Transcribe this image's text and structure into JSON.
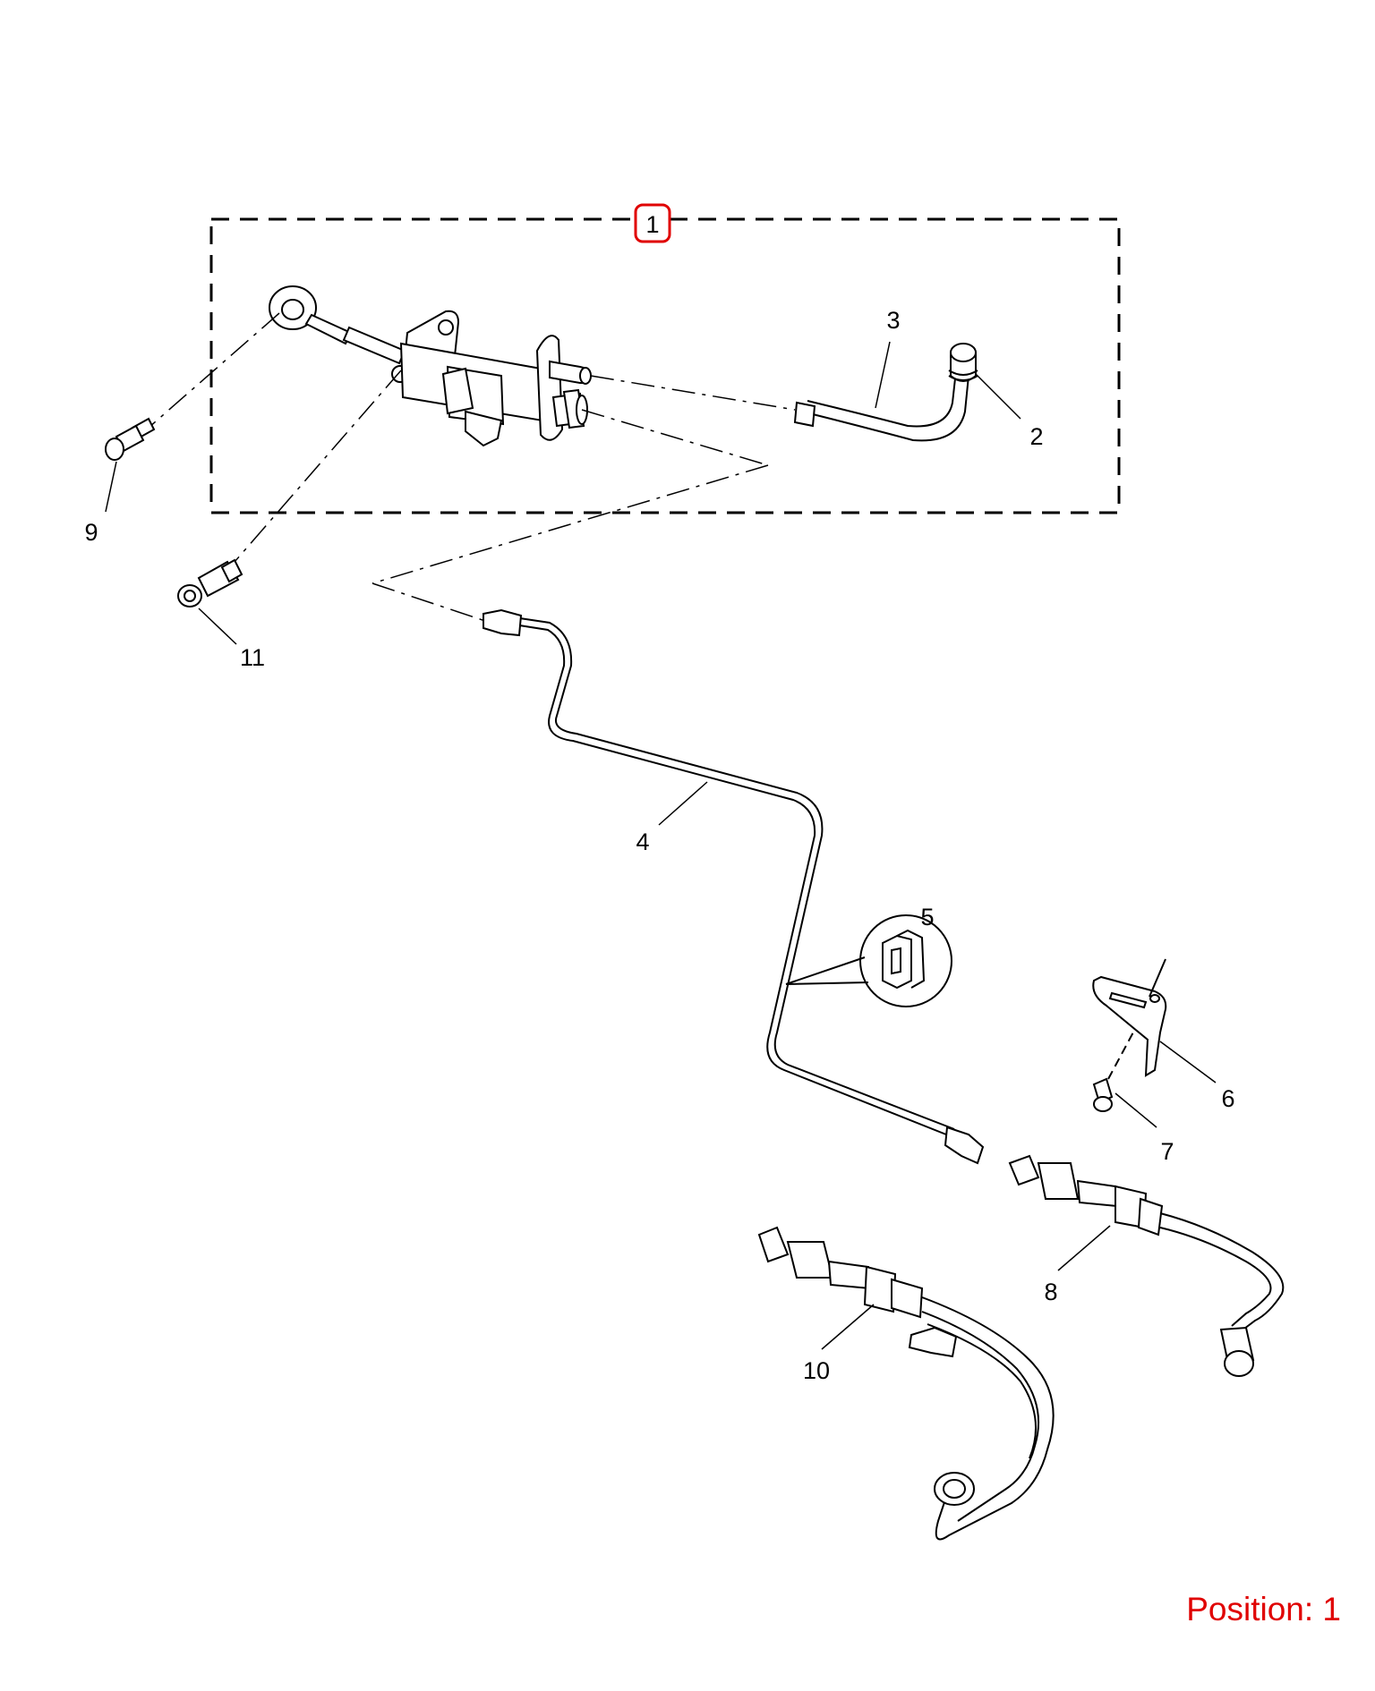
{
  "callouts": {
    "c1": "1",
    "c2": "2",
    "c3": "3",
    "c4": "4",
    "c5": "5",
    "c6": "6",
    "c7": "7",
    "c8": "8",
    "c9": "9",
    "c10": "10",
    "c11": "11"
  },
  "position_label": "Position: 1",
  "colors": {
    "ink": "#000000",
    "highlight": "#e00000",
    "background": "#ffffff"
  }
}
